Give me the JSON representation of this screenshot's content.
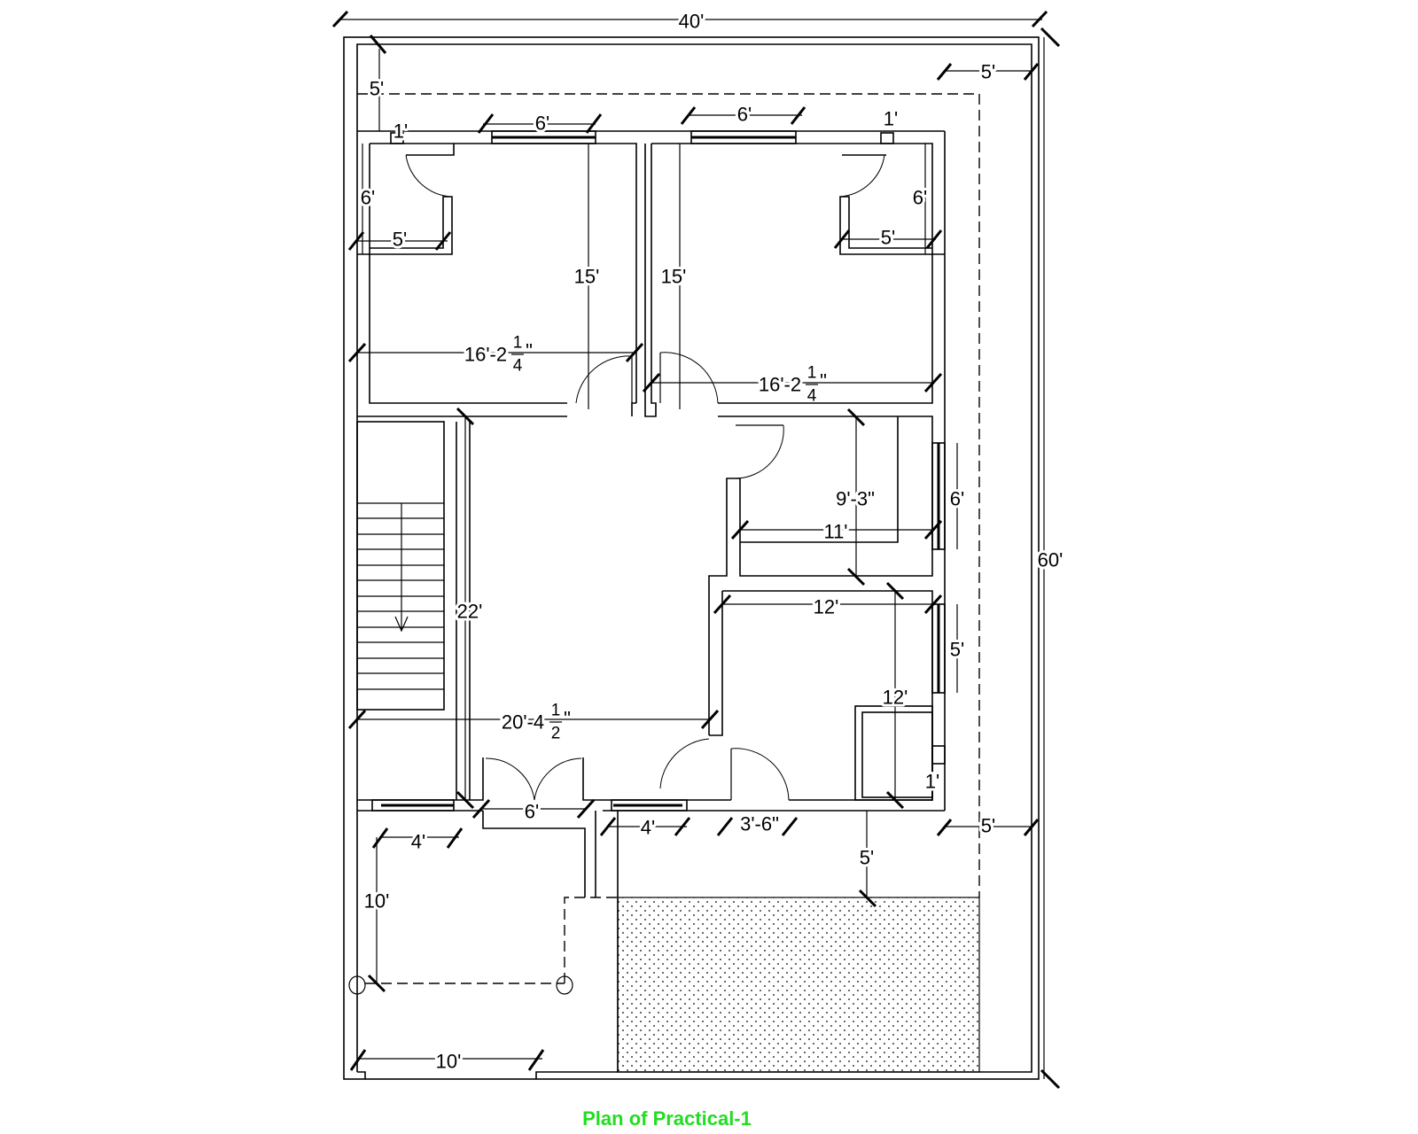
{
  "title": "Plan of Practical-1",
  "colors": {
    "title": "#22dd22",
    "lines": "#000000"
  },
  "dimensions": {
    "plot_width": "40'",
    "plot_depth": "60'",
    "setback_top": "5'",
    "setback_right_top": "5'",
    "setback_right_bottom": "5'",
    "setback_front": "5'",
    "win_left_bed": "6'",
    "win_right_bed": "6'",
    "vent_left": "1'",
    "vent_right": "1'",
    "bath_left_depth": "6'",
    "bath_left_width": "5'",
    "bath_right_depth": "6'",
    "bath_right_width": "5'",
    "bed_left_depth": "15'",
    "bed_right_depth": "15'",
    "bed_left_width_main": "16'-2",
    "bed_left_frac_num": "1",
    "bed_left_frac_den": "4",
    "bed_left_inch": "\"",
    "bed_right_width_main": "16'-2",
    "bed_right_frac_num": "1",
    "bed_right_frac_den": "4",
    "bed_right_inch": "\"",
    "kitchen_depth": "9'-3\"",
    "kitchen_width": "11'",
    "kitchen_window": "6'",
    "lounge_depth": "22'",
    "lounge_width_main": "20'-4",
    "lounge_frac_num": "1",
    "lounge_frac_den": "2",
    "lounge_inch": "\"",
    "room_width": "12'",
    "room_depth": "12'",
    "room_window": "5'",
    "room_vent": "1'",
    "main_door": "6'",
    "porch_window": "4'",
    "front_window": "4'",
    "room_door": "3'-6\"",
    "garage_depth": "10'",
    "garage_width": "10'"
  }
}
